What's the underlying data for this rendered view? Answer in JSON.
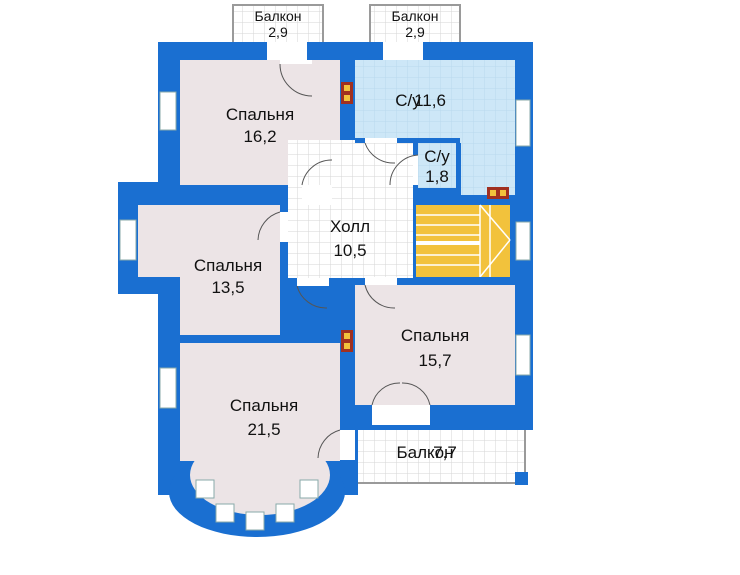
{
  "colors": {
    "wall": "#1a6fd1",
    "room": "#ece4e6",
    "bath": "#cde7f7",
    "hall": "#ffffff",
    "stairs": "#f2c23c",
    "balcony": "#f4f4f4",
    "grid": "#b9d9ee",
    "window": "#ffffff",
    "duct": "#a03020"
  },
  "rooms": [
    {
      "id": "bedroom_nw",
      "name": "Спальня",
      "area": "16,2"
    },
    {
      "id": "bath_large",
      "name": "С/у",
      "area": "11,6"
    },
    {
      "id": "bath_small",
      "name": "С/у",
      "area": "1,8"
    },
    {
      "id": "hall",
      "name": "Холл",
      "area": "10,5"
    },
    {
      "id": "bedroom_w",
      "name": "Спальня",
      "area": "13,5"
    },
    {
      "id": "bedroom_e",
      "name": "Спальня",
      "area": "15,7"
    },
    {
      "id": "bedroom_sw",
      "name": "Спальня",
      "area": "21,5"
    }
  ],
  "balconies": [
    {
      "id": "balcony_top_left",
      "name": "Балкон",
      "area": "2,9"
    },
    {
      "id": "balcony_top_right",
      "name": "Балкон",
      "area": "2,9"
    },
    {
      "id": "balcony_bottom",
      "name": "Балкон",
      "area": "7,7"
    }
  ]
}
